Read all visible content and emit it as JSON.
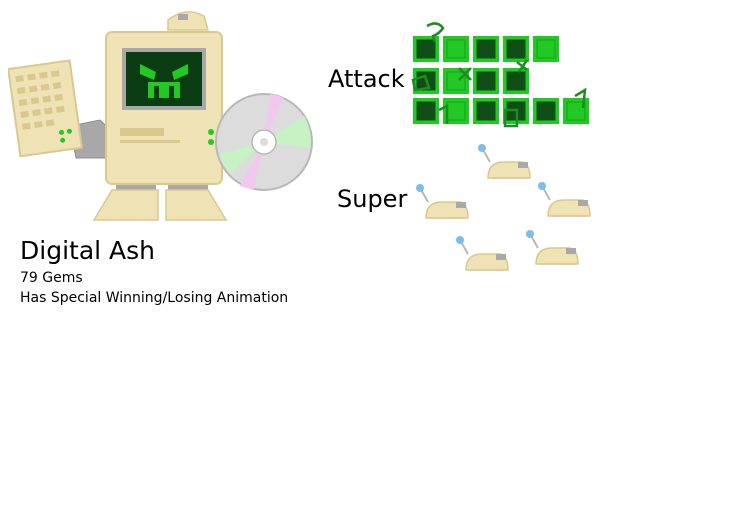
{
  "brawler": {
    "name": "Digital Ash",
    "gems": "79 Gems",
    "note": "Has Special Winning/Losing Animation"
  },
  "labels": {
    "attack": "Attack",
    "super": "Super"
  },
  "attack_grid": {
    "rows": [
      [
        "dark",
        "bright",
        "dark",
        "dark",
        "bright"
      ],
      [
        "dark",
        "bright",
        "dark",
        "dark"
      ],
      [
        "dark",
        "bright",
        "dark",
        "dark",
        "dark",
        "bright"
      ]
    ]
  },
  "super": {
    "mouse_count": 5
  },
  "colors": {
    "cream": "#efe2b4",
    "cream_dark": "#d9c98f",
    "screen": "#0b3d12",
    "pixel_green": "#22c925",
    "pixel_dark": "#0f4e15",
    "metal": "#a8a8a8",
    "cable_dot": "#7fbde9"
  },
  "icons": {
    "character": "digital-ash-sprite",
    "mouse": "computer-mouse-icon"
  }
}
